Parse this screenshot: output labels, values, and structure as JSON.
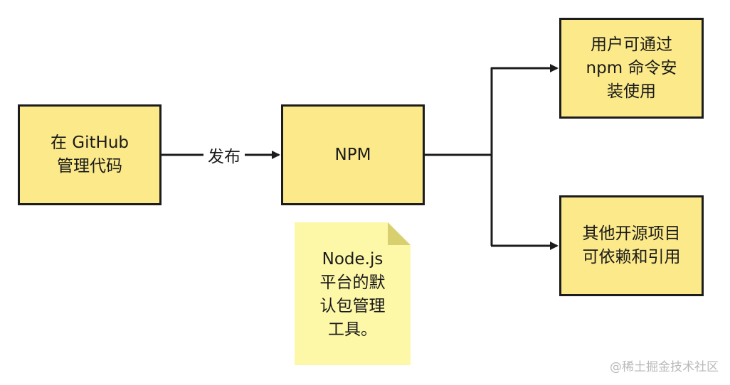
{
  "nodes": {
    "github": {
      "line1": "在 GitHub",
      "line2": "管理代码"
    },
    "npm": {
      "label": "NPM"
    },
    "users": {
      "line1": "用户可通过",
      "line2": "npm 命令安",
      "line3": "装使用"
    },
    "oss": {
      "line1": "其他开源项目",
      "line2": "可依赖和引用"
    }
  },
  "edge": {
    "label": "发布"
  },
  "note": {
    "line1": "Node.js",
    "line2": "平台的默",
    "line3": "认包管理",
    "line4": "工具。"
  },
  "watermark": {
    "text": "@稀土掘金技术社区"
  },
  "colors": {
    "box_fill": "#fbe98a",
    "note_fill": "#fdf7a8",
    "note_fold": "#d8cf6e",
    "stroke": "#1c1c1c"
  }
}
